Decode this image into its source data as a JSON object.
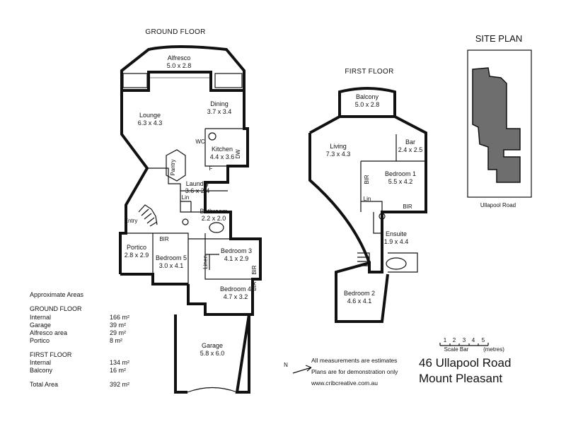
{
  "ground_floor": {
    "title": "GROUND FLOOR",
    "rooms": [
      {
        "name": "Alfresco",
        "dims": "5.0  x  2.8"
      },
      {
        "name": "Dining",
        "dims": "3.7  x  3.4"
      },
      {
        "name": "Lounge",
        "dims": "6.3  x  4.3"
      },
      {
        "name": "Kitchen",
        "dims": "4.4  x  3.6"
      },
      {
        "name": "Laundry",
        "dims": "3.6  x  2.4"
      },
      {
        "name": "Bathroom",
        "dims": "2.2  x  2.0"
      },
      {
        "name": "Portico",
        "dims": "2.8  x  2.9"
      },
      {
        "name": "Bedroom 5",
        "dims": "3.0  x  4.1"
      },
      {
        "name": "Bedroom 3",
        "dims": "4.1  x  2.9"
      },
      {
        "name": "Bedroom 4",
        "dims": "4.7  x  3.2"
      },
      {
        "name": "Garage",
        "dims": "5.8  x  6.0"
      }
    ],
    "labels": {
      "wc": "WC",
      "pantry": "Pantry",
      "lin": "Lin",
      "linen": "Linen",
      "entry": "Entry",
      "bir": "BIR",
      "f": "F",
      "dw": "DW"
    }
  },
  "first_floor": {
    "title": "FIRST FLOOR",
    "rooms": [
      {
        "name": "Balcony",
        "dims": "5.0  x  2.8"
      },
      {
        "name": "Living",
        "dims": "7.3  x  4.3"
      },
      {
        "name": "Bar",
        "dims": "2.4  x  2.5"
      },
      {
        "name": "Bedroom 1",
        "dims": "5.5  x  4.2"
      },
      {
        "name": "Ensuite",
        "dims": "1.9  x  4.4"
      },
      {
        "name": "Bedroom 2",
        "dims": "4.6  x  4.1"
      }
    ],
    "labels": {
      "bir": "BIR",
      "lin": "Lin"
    }
  },
  "site_plan": {
    "title": "SITE PLAN",
    "street": "Ullapool   Road"
  },
  "areas": {
    "heading": "Approximate Areas",
    "ground_heading": "GROUND FLOOR",
    "ground": [
      {
        "label": "Internal",
        "value": "166 m²"
      },
      {
        "label": "Garage",
        "value": "39 m²"
      },
      {
        "label": "Alfresco area",
        "value": "29 m²"
      },
      {
        "label": "Portico",
        "value": "8 m²"
      }
    ],
    "first_heading": "FIRST FLOOR",
    "first": [
      {
        "label": "Internal",
        "value": "134 m²"
      },
      {
        "label": "Balcony",
        "value": "16 m²"
      }
    ],
    "total": {
      "label": "Total Area",
      "value": "392 m²"
    }
  },
  "scale_bar": {
    "ticks": [
      "1",
      "2",
      "3",
      "4",
      "5"
    ],
    "label": "Scale Bar",
    "unit": "(metres)"
  },
  "notes": {
    "line1": "All measurements are estimates",
    "line2": "Plans are for demonstration only",
    "line3": "www.cribcreative.com.au",
    "north": "N"
  },
  "address": {
    "line1": "46 Ullapool Road",
    "line2": "Mount Pleasant"
  }
}
